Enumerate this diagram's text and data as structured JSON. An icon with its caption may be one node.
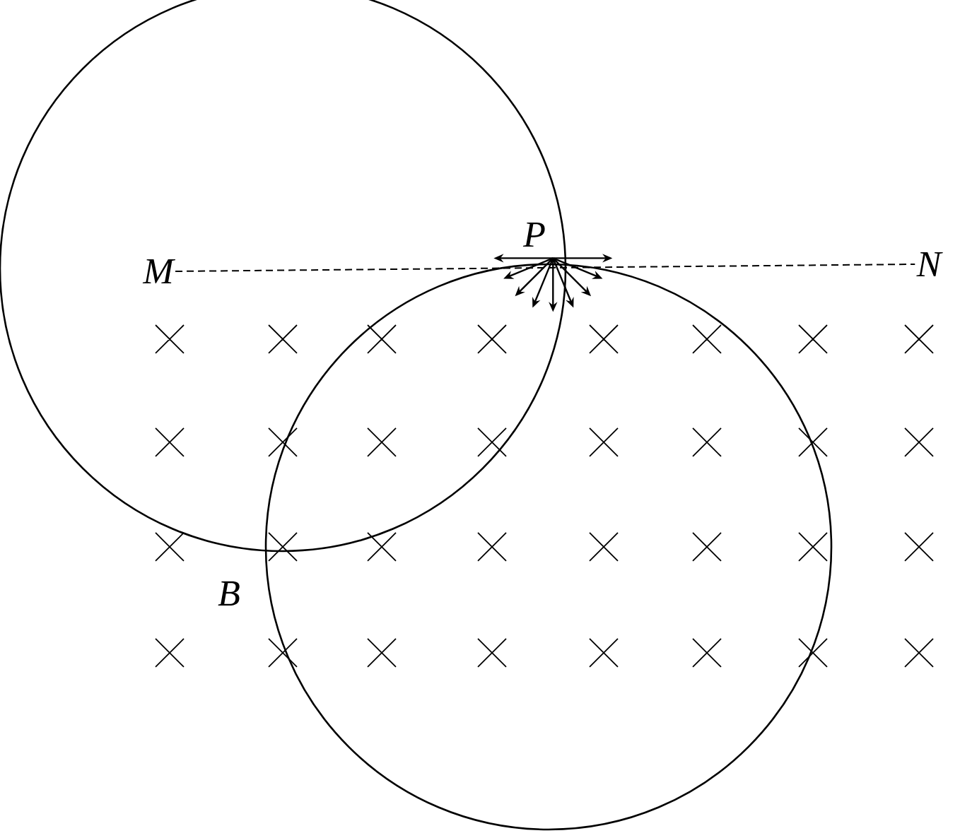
{
  "diagram": {
    "nodes": [
      {
        "text": [
          "M"
        ]
      },
      {
        "text": [
          "P"
        ]
      },
      {
        "text": [
          "N"
        ]
      },
      {
        "text": [
          "B"
        ]
      }
    ],
    "edges": [
      {
        "from": 0,
        "to": 2,
        "arrow": "none",
        "style": "dashed"
      },
      {
        "from": 1,
        "to": null,
        "arrow": "to"
      },
      {
        "from": 1,
        "to": null,
        "arrow": "to"
      },
      {
        "from": 1,
        "to": null,
        "arrow": "to"
      },
      {
        "from": 1,
        "to": null,
        "arrow": "to"
      },
      {
        "from": 1,
        "to": null,
        "arrow": "to"
      },
      {
        "from": 1,
        "to": null,
        "arrow": "to"
      },
      {
        "from": 1,
        "to": null,
        "arrow": "to"
      },
      {
        "from": 1,
        "to": null,
        "arrow": "to"
      },
      {
        "from": 1,
        "to": null,
        "arrow": "to"
      }
    ]
  }
}
